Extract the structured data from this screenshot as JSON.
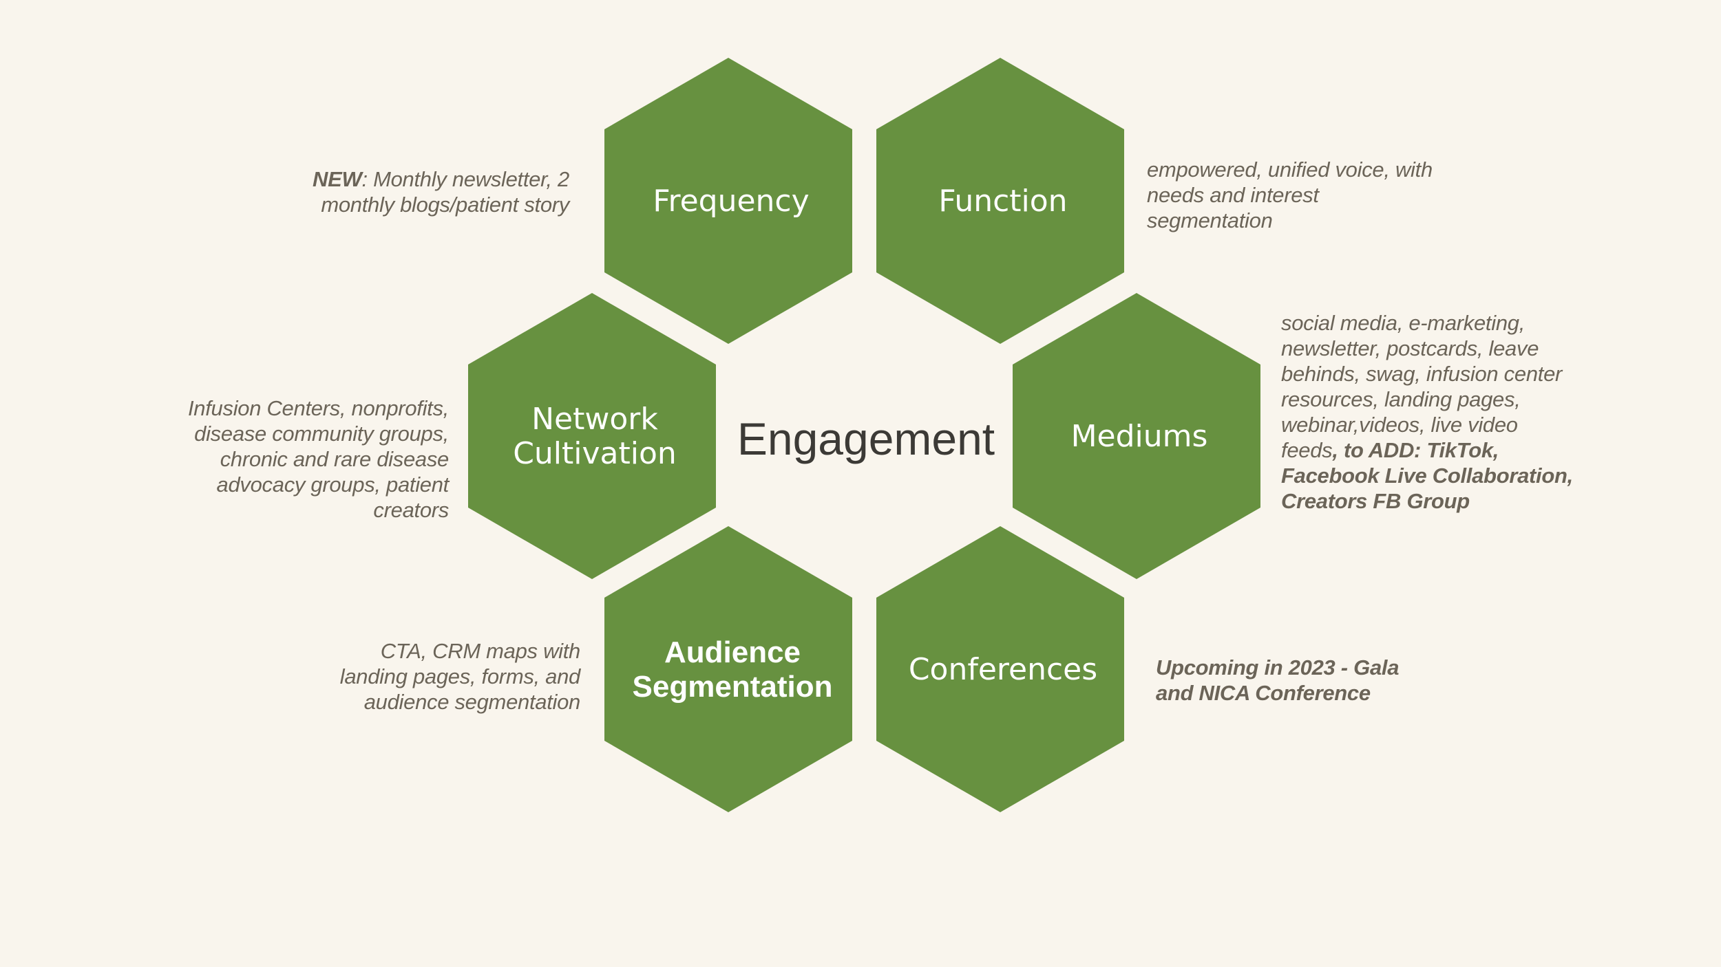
{
  "center": {
    "label": "Engagement"
  },
  "hexagons": [
    {
      "id": "frequency",
      "lines": [
        "Frequency"
      ],
      "bold": false
    },
    {
      "id": "function",
      "lines": [
        "Function"
      ],
      "bold": false
    },
    {
      "id": "network-cultivation",
      "lines": [
        "Network",
        "Cultivation"
      ],
      "bold": false
    },
    {
      "id": "mediums",
      "lines": [
        "Mediums"
      ],
      "bold": false
    },
    {
      "id": "audience-segmentation",
      "lines": [
        "Audience",
        "Segmentation"
      ],
      "bold": true
    },
    {
      "id": "conferences",
      "lines": [
        "Conferences"
      ],
      "bold": false
    }
  ],
  "notes": {
    "frequency": {
      "prefix_bold": "NEW",
      "text": ": Monthly newsletter, 2 monthly blogs/patient story"
    },
    "function": {
      "text": "empowered, unified voice, with needs and interest segmentation"
    },
    "network_cultivation": {
      "text": "Infusion Centers, nonprofits, disease community groups, chronic and rare disease advocacy groups, patient creators"
    },
    "mediums": {
      "text": "social media, e-marketing, newsletter, postcards, leave behinds, swag, infusion center resources, landing pages, webinar,videos, live video feeds",
      "suffix_bold": ", to ADD: TikTok, Facebook Live Collaboration, Creators FB Group"
    },
    "audience_segmentation": {
      "text": "CTA, CRM maps with landing pages, forms, and audience segmentation"
    },
    "conferences": {
      "text_bold": "Upcoming in 2023 - Gala and NICA Conference"
    }
  },
  "colors": {
    "background": "#f9f5ed",
    "hexagon": "#679140",
    "hex_text": "#ffffff",
    "note_text": "#6b6458",
    "center_text": "#3c3a36"
  }
}
